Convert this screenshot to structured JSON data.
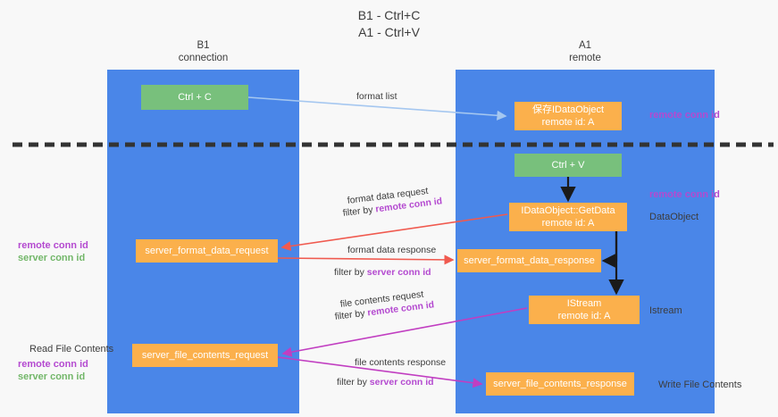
{
  "title": {
    "line1": "B1 - Ctrl+C",
    "line2": "A1 - Ctrl+V"
  },
  "lanes": [
    {
      "id": "b1",
      "name": "B1",
      "role": "connection"
    },
    {
      "id": "a1",
      "name": "A1",
      "role": "remote"
    }
  ],
  "boxes": {
    "ctrl_c": {
      "label": "Ctrl + C",
      "color": "#78c07c"
    },
    "dataobject_store": {
      "label": "保存IDataObject",
      "sub": "remote id: A",
      "color": "#fbb04c"
    },
    "ctrl_v": {
      "label": "Ctrl + V",
      "color": "#78c07c"
    },
    "getdata": {
      "label": "IDataObject::GetData",
      "sub": "remote id: A",
      "color": "#fbb04c"
    },
    "server_format_data_request": {
      "label": "server_format_data_request",
      "color": "#fbb04c"
    },
    "server_format_data_response": {
      "label": "server_format_data_response",
      "color": "#fbb04c"
    },
    "istream": {
      "label": "IStream",
      "sub": "remote id: A",
      "color": "#fbb04c"
    },
    "server_file_contents_request": {
      "label": "server_file_contents_request",
      "color": "#fbb04c"
    },
    "server_file_contents_response": {
      "label": "server_file_contents_response",
      "color": "#fbb04c"
    }
  },
  "edges": {
    "format_list": {
      "label": "format list",
      "color": "#a5c7f0"
    },
    "format_data_request": {
      "line1": "format data request",
      "line2_prefix": "filter by ",
      "line2_key": "remote conn id",
      "color": "#f05a4f"
    },
    "format_data_response": {
      "line1": "format data response",
      "line2_prefix": "filter by ",
      "line2_key": "server conn id",
      "color": "#f05a4f"
    },
    "file_contents_request": {
      "line1": "file contents request",
      "line2_prefix": "filter by ",
      "line2_key": "remote conn id",
      "color": "#c13ec1"
    },
    "file_contents_response": {
      "line1": "file contents response",
      "line2_prefix": "filter by ",
      "line2_key": "server conn id",
      "color": "#c13ec1"
    }
  },
  "annotations": {
    "right_remote_conn_id_top": "remote conn id",
    "right_remote_conn_id_mid": "remote conn id",
    "right_dataobject": "DataObject",
    "right_istream": "Istream",
    "right_write_file_contents": "Write File Contents",
    "left_remote_conn_id_mid": "remote conn id",
    "left_server_conn_id_mid": "server conn id",
    "left_read_file_contents": "Read File Contents",
    "left_remote_conn_id_bottom": "remote conn id",
    "left_server_conn_id_bottom": "server conn id"
  },
  "colors": {
    "lane": "#4a86e8",
    "green_box": "#78c07c",
    "orange_box": "#fbb04c",
    "purple_key": "#b44ad0",
    "green_key": "#73b76a",
    "red_arrow": "#f05a4f",
    "magenta_arrow": "#c13ec1",
    "blue_arrow": "#a5c7f0",
    "divider": "#333333",
    "background": "#f8f8f8"
  }
}
